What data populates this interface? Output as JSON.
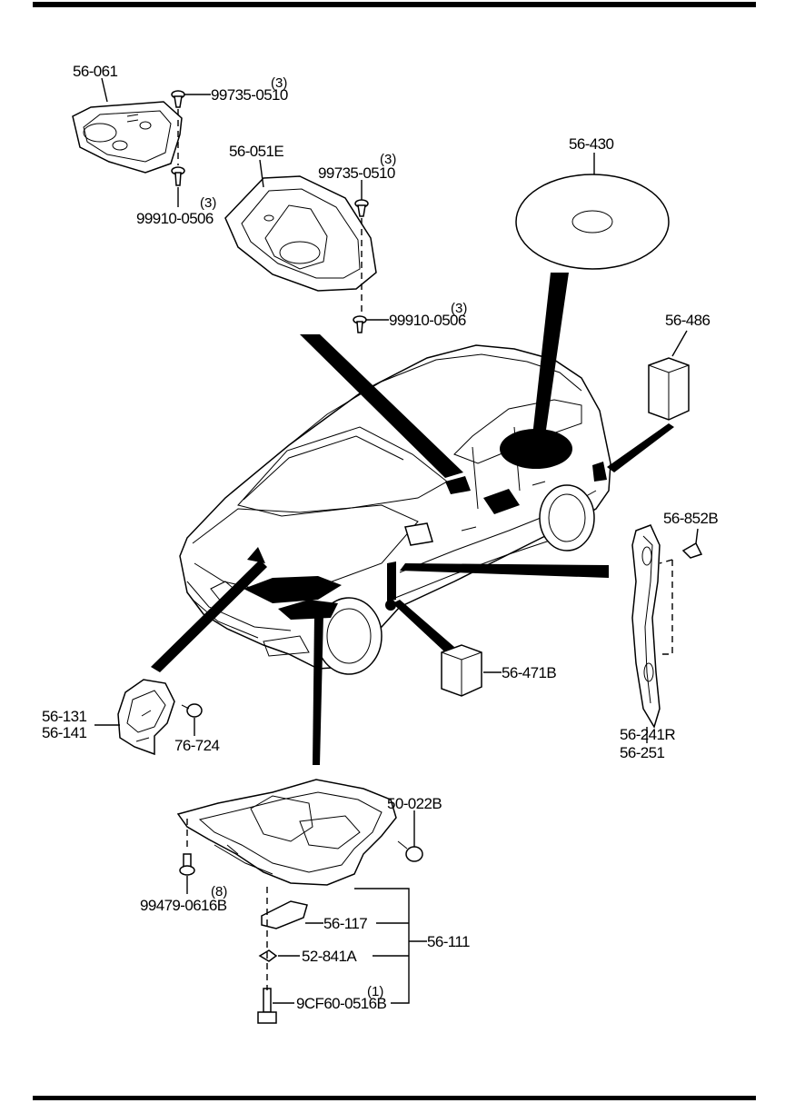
{
  "labels": {
    "p56_061": "56-061",
    "p99735_a": "99735-0510",
    "q99735_a": "(3)",
    "p99910_a": "99910-0506",
    "q99910_a": "(3)",
    "p56_051e": "56-051E",
    "p99735_b": "99735-0510",
    "q99735_b": "(3)",
    "p99910_b": "99910-0506",
    "q99910_b": "(3)",
    "p56_430": "56-430",
    "p56_486": "56-486",
    "p56_852b": "56-852B",
    "p56_131": "56-131",
    "p56_141": "56-141",
    "p76_724": "76-724",
    "p56_471b": "56-471B",
    "p56_241r": "56-241R",
    "p56_251": "56-251",
    "p50_022b": "50-022B",
    "p99479": "99479-0616B",
    "q99479": "(8)",
    "p56_117": "56-117",
    "p56_111": "56-111",
    "p52_841a": "52-841A",
    "p9cf60": "9CF60-0516B",
    "q9cf60": "(1)"
  },
  "colors": {
    "ink": "#000000",
    "paper": "#ffffff"
  }
}
